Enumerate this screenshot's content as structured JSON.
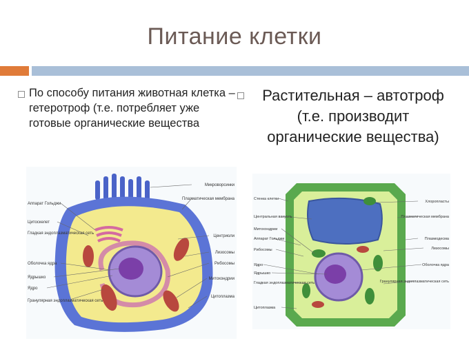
{
  "title": "Питание клетки",
  "left_text": "По способу питания животная клетка – гетеротроф (т.е. потребляет уже готовые органические вещества",
  "right_text": "Растительная – автотроф (т.е. производит органические вещества)",
  "animal_labels": {
    "microvilli": "Микроворсинки",
    "plasma_membrane": "Плазматическая мембрана",
    "golgi": "Аппарат Гольджи",
    "cytoskeleton": "Цитоскелет",
    "smooth_er": "Гладкая эндоплазматическая сеть",
    "centrioles": "Центриоли",
    "lysosomes": "Лизосомы",
    "nuclear_envelope": "Оболочка ядра",
    "nucleolus": "Ядрышко",
    "ribosomes": "Рибосомы",
    "nucleus": "Ядро",
    "mitochondria": "Митохондрии",
    "rough_er": "Гранулярная эндоплазматическая сеть",
    "cytoplasm": "Цитоплазма"
  },
  "plant_labels": {
    "cell_wall": "Стенка клетки",
    "chloroplasts": "Хлоропласты",
    "central_vacuole": "Центральная вакуоль",
    "plasma_membrane": "Плазматическая мембрана",
    "mitochondria": "Митохондрии",
    "golgi": "Аппарат Гольджи",
    "plasmodesmata": "Плазмодесма",
    "ribosomes": "Рибосомы",
    "lysosomes": "Лизосомы",
    "nucleus": "Ядро",
    "nuclear_envelope": "Оболочка ядра",
    "nucleolus": "Ядрышко",
    "smooth_er": "Гладкая эндоплазматическая сеть",
    "rough_er": "Гранулярная эндоплазматическая сеть",
    "cytoplasm": "Цитоплазма"
  }
}
